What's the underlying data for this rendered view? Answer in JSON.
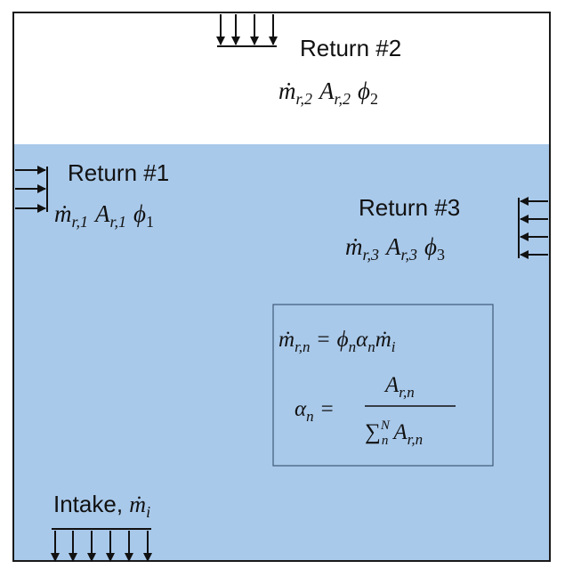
{
  "colors": {
    "water": "#a9c9ea",
    "air": "#ffffff",
    "border": "#1a1a1a",
    "box_border": "#3f5a7a"
  },
  "returns": [
    {
      "label": "Return #1",
      "mdot": "ṁ",
      "r_sub": "r,1",
      "A": "A",
      "phi": "ϕ",
      "phi_sub": "1"
    },
    {
      "label": "Return #2",
      "mdot": "ṁ",
      "r_sub": "r,2",
      "A": "A",
      "phi": "ϕ",
      "phi_sub": "2"
    },
    {
      "label": "Return #3",
      "mdot": "ṁ",
      "r_sub": "r,3",
      "A": "A",
      "phi": "ϕ",
      "phi_sub": "3"
    }
  ],
  "intake": {
    "label": "Intake, ",
    "mdot": "ṁ",
    "sub": "i"
  },
  "equations": {
    "eq1": {
      "lhs": "ṁ",
      "lhs_sub": "r,n",
      "equals": "=",
      "phi": "ϕ",
      "phi_sub": "n",
      "alpha": "α",
      "alpha_sub": "n",
      "mdot": "ṁ",
      "mdot_sub": "i"
    },
    "eq2": {
      "alpha": "α",
      "alpha_sub": "n",
      "equals": "=",
      "num": "A",
      "num_sub": "r,n",
      "sum": "∑",
      "sum_sup": "N",
      "sum_sub": "n",
      "den": "A",
      "den_sub": "r,n"
    }
  }
}
